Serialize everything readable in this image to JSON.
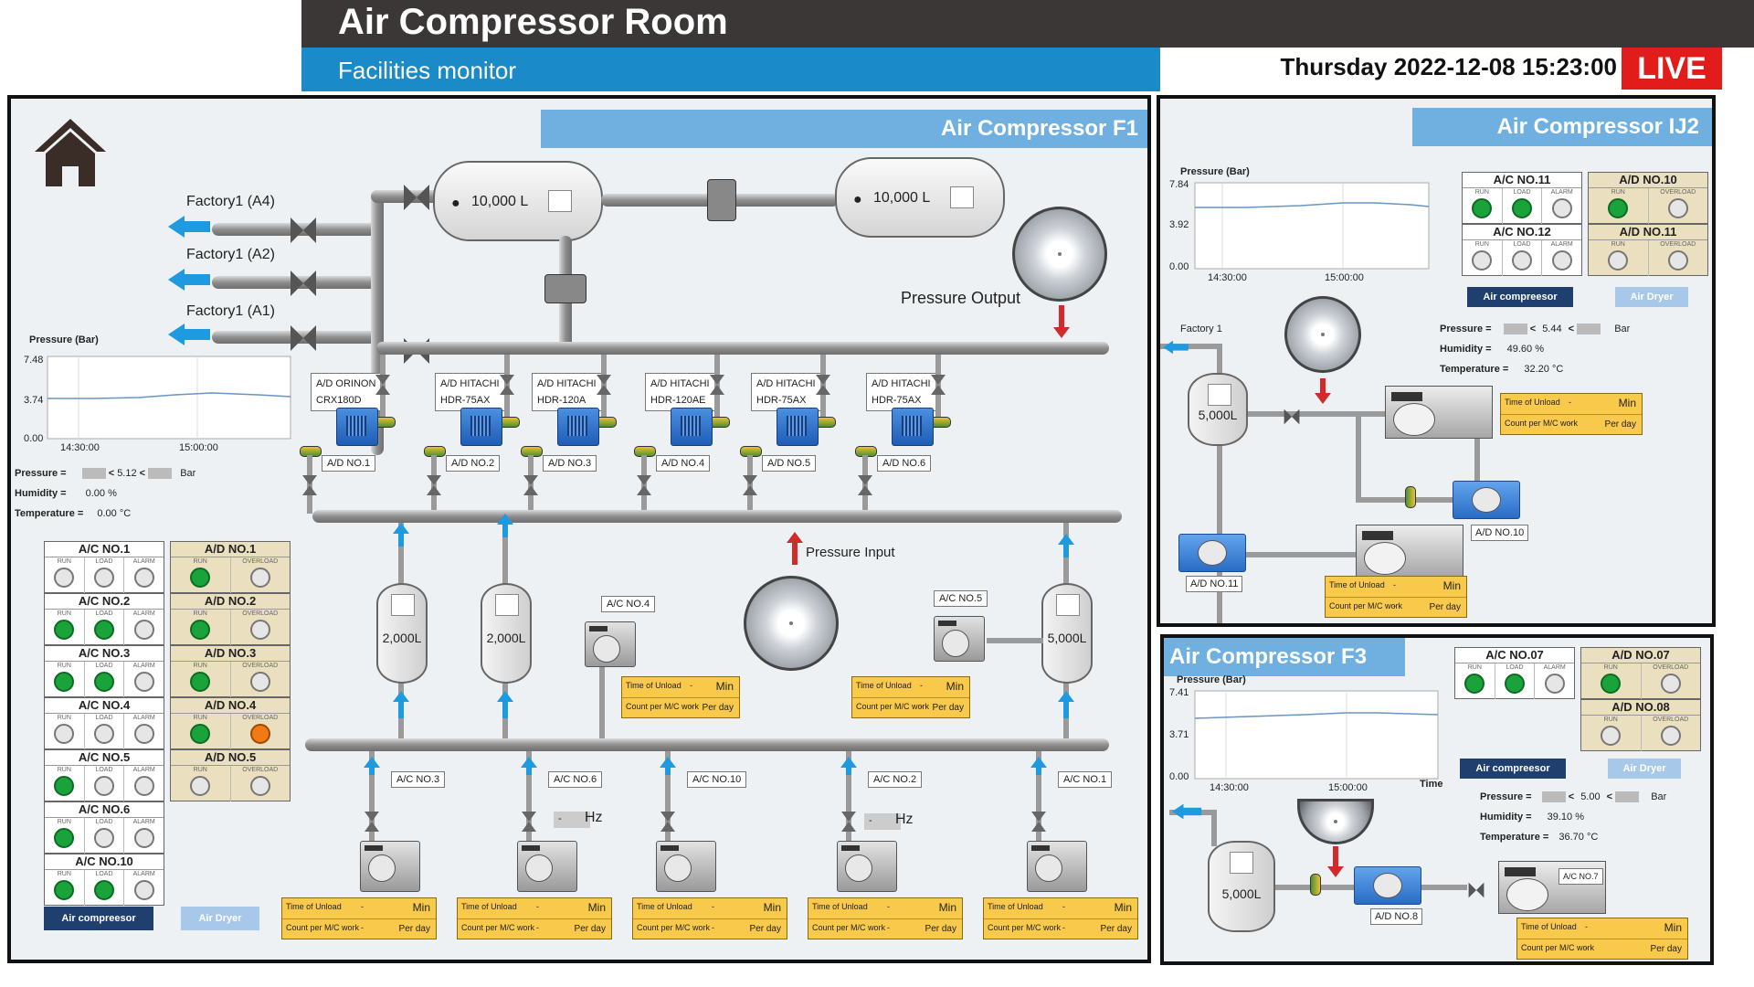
{
  "header": {
    "title": "Air Compressor Room",
    "subtitle": "Facilities monitor",
    "datetime": "Thursday 2022-12-08 15:23:00",
    "live": "LIVE"
  },
  "colors": {
    "accent": "#1b8ac8",
    "live": "#e21b1b",
    "run_on": "#19a33a",
    "overload": "#f07a14",
    "panel_title": "#6fb0e0"
  },
  "icons": {
    "home": "home-icon"
  },
  "f1": {
    "title": "Air Compressor F1",
    "factories": [
      "Factory1 (A4)",
      "Factory1 (A2)",
      "Factory1 (A1)"
    ],
    "tank_big_1": "10,000 L",
    "tank_big_2": "10,000 L",
    "pressure_output": "Pressure Output",
    "pressure_input": "Pressure Input",
    "dryers": [
      {
        "model_1": "A/D ORINON",
        "model_2": "CRX180D",
        "label": "A/D NO.1"
      },
      {
        "model_1": "A/D HITACHI",
        "model_2": "HDR-75AX",
        "label": "A/D NO.2"
      },
      {
        "model_1": "A/D HITACHI",
        "model_2": "HDR-120A",
        "label": "A/D NO.3"
      },
      {
        "model_1": "A/D HITACHI",
        "model_2": "HDR-120AE",
        "label": "A/D NO.4"
      },
      {
        "model_1": "A/D HITACHI",
        "model_2": "HDR-75AX",
        "label": "A/D NO.5"
      },
      {
        "model_1": "A/D HITACHI",
        "model_2": "HDR-75AX",
        "label": "A/D NO.6"
      }
    ],
    "tank_small": [
      "2,000L",
      "2,000L",
      "5,000L"
    ],
    "mid_ac": [
      "A/C NO.4",
      "A/C NO.5"
    ],
    "bottom_ac": [
      "A/C NO.3",
      "A/C NO.6",
      "A/C NO.10",
      "A/C NO.2",
      "A/C NO.1"
    ],
    "hz_unit": "Hz",
    "hz_value": "-",
    "chart": {
      "title": "Pressure (Bar)",
      "yticks": [
        "7.48",
        "3.74",
        "0.00"
      ],
      "xticks": [
        "14:30:00",
        "15:00:00"
      ]
    },
    "info": {
      "pressure_label": "Pressure =",
      "pressure_value": "5.12",
      "pressure_unit": "Bar",
      "humidity_label": "Humidity =",
      "humidity_value": "0.00 %",
      "temperature_label": "Temperature =",
      "temperature_value": "0.00 °C"
    },
    "ac_status": [
      {
        "name": "A/C NO.1",
        "run": false,
        "load": false,
        "alarm": false
      },
      {
        "name": "A/C NO.2",
        "run": true,
        "load": true,
        "alarm": false
      },
      {
        "name": "A/C NO.3",
        "run": true,
        "load": true,
        "alarm": false
      },
      {
        "name": "A/C NO.4",
        "run": false,
        "load": false,
        "alarm": false
      },
      {
        "name": "A/C NO.5",
        "run": true,
        "load": false,
        "alarm": false
      },
      {
        "name": "A/C NO.6",
        "run": true,
        "load": false,
        "alarm": false
      },
      {
        "name": "A/C NO.10",
        "run": true,
        "load": true,
        "alarm": false
      }
    ],
    "ad_status": [
      {
        "name": "A/D NO.1",
        "run": true,
        "overload": false
      },
      {
        "name": "A/D NO.2",
        "run": true,
        "overload": false
      },
      {
        "name": "A/D NO.3",
        "run": true,
        "overload": false
      },
      {
        "name": "A/D NO.4",
        "run": true,
        "overload": true
      },
      {
        "name": "A/D NO.5",
        "run": false,
        "overload": false
      }
    ],
    "col_labels": {
      "run": "RUN",
      "load": "LOAD",
      "alarm": "ALARM",
      "overload": "OVERLOAD"
    },
    "unload": {
      "time_label": "Time of Unload",
      "time_value": "-",
      "time_unit": "Min",
      "count_label": "Count per M/C work",
      "count_value": "-",
      "count_unit": "Per day"
    },
    "buttons": {
      "compressor": "Air compreesor",
      "dryer": "Air Dryer"
    }
  },
  "ij2": {
    "title": "Air Compressor IJ2",
    "chart": {
      "title": "Pressure (Bar)",
      "yticks": [
        "7.84",
        "3.92",
        "0.00"
      ],
      "xticks": [
        "14:30:00",
        "15:00:00"
      ]
    },
    "ac_status": [
      {
        "name": "A/C NO.11",
        "run": true,
        "load": true,
        "alarm": false
      },
      {
        "name": "A/C NO.12",
        "run": false,
        "load": false,
        "alarm": false
      }
    ],
    "ad_status": [
      {
        "name": "A/D NO.10",
        "run": true,
        "overload": false
      },
      {
        "name": "A/D NO.11",
        "run": false,
        "overload": false
      }
    ],
    "buttons": {
      "compressor": "Air compreesor",
      "dryer": "Air Dryer"
    },
    "info": {
      "pressure_label": "Pressure =",
      "pressure_value": "5.44",
      "pressure_unit": "Bar",
      "humidity_label": "Humidity =",
      "humidity_value": "49.60 %",
      "temperature_label": "Temperature =",
      "temperature_value": "32.20 °C"
    },
    "factory": "Factory 1",
    "tank": "5,000L",
    "dryer_labels": [
      "A/D NO.10",
      "A/D NO.11"
    ]
  },
  "f3": {
    "title": "Air Compressor F3",
    "chart": {
      "title": "Pressure (Bar)",
      "yticks": [
        "7.41",
        "3.71",
        "0.00"
      ],
      "xticks": [
        "14:30:00",
        "15:00:00"
      ],
      "xlabel": "Time"
    },
    "ac_status": [
      {
        "name": "A/C NO.07",
        "run": true,
        "load": true,
        "alarm": false
      }
    ],
    "ad_status": [
      {
        "name": "A/D NO.07",
        "run": true,
        "overload": false
      },
      {
        "name": "A/D NO.08",
        "run": false,
        "overload": false
      }
    ],
    "buttons": {
      "compressor": "Air compreesor",
      "dryer": "Air Dryer"
    },
    "info": {
      "pressure_label": "Pressure =",
      "pressure_value": "5.00",
      "pressure_unit": "Bar",
      "humidity_label": "Humidity =",
      "humidity_value": "39.10 %",
      "temperature_label": "Temperature =",
      "temperature_value": "36.70 °C"
    },
    "tank": "5,000L",
    "dryer_label": "A/D NO.8",
    "comp_label": "A/C NO.7"
  }
}
